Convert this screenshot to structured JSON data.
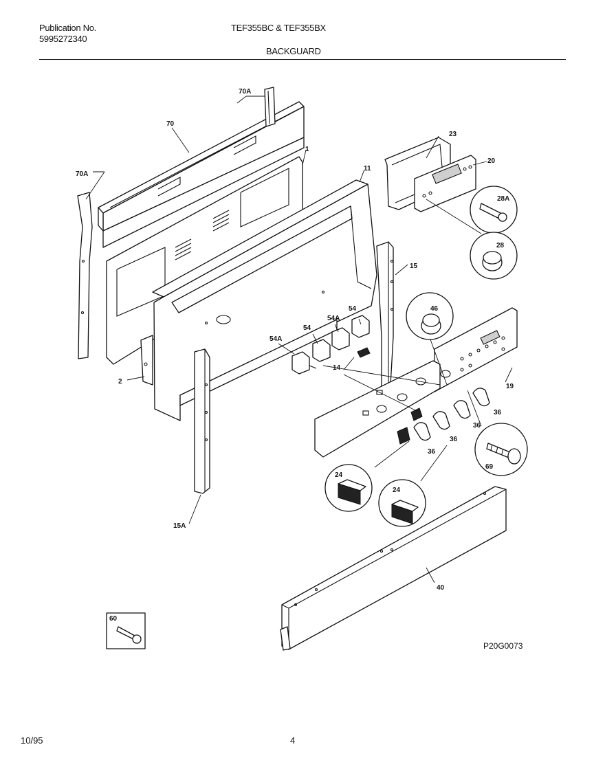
{
  "header": {
    "publication_label": "Publication No.",
    "publication_number": "5995272340",
    "models": "TEF355BC & TEF355BX",
    "section": "BACKGUARD"
  },
  "footer": {
    "date": "10/95",
    "page": "4"
  },
  "figure_code": "P20G0073",
  "callouts": {
    "p70A_top": "70A",
    "p70": "70",
    "p70A_left": "70A",
    "p1": "1",
    "p11": "11",
    "p23": "23",
    "p20": "20",
    "p28A": "28A",
    "p28": "28",
    "p15": "15",
    "p46": "46",
    "p54_a": "54",
    "p54A_a": "54A",
    "p54_b": "54",
    "p54A_b": "54A",
    "p14": "14",
    "p2": "2",
    "p19": "19",
    "p36_a": "36",
    "p36_b": "36",
    "p36_c": "36",
    "p36_d": "36",
    "p69": "69",
    "p24_a": "24",
    "p24_b": "24",
    "p15A": "15A",
    "p40": "40",
    "p60": "60"
  }
}
